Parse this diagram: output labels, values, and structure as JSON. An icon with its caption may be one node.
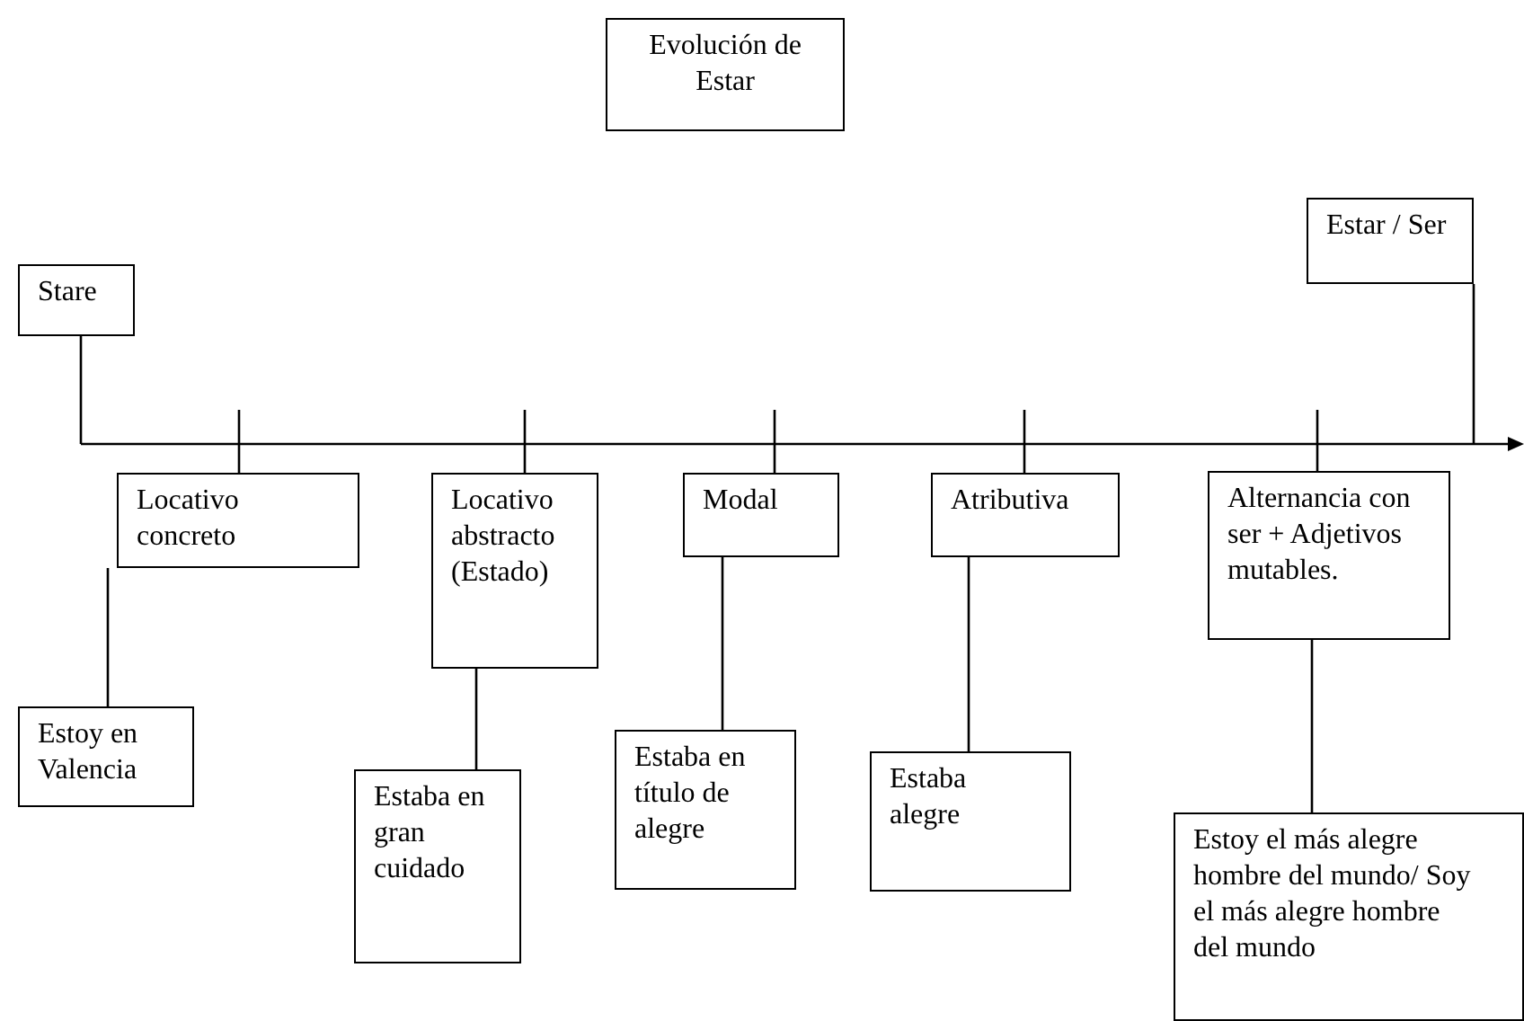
{
  "diagram": {
    "nodes": [
      {
        "text": [
          "Evolución de Estar"
        ]
      },
      {
        "text": [
          "Stare"
        ]
      },
      {
        "text": [
          "Estar / Ser"
        ]
      },
      {
        "text": [],
        "shape": "bar"
      },
      {
        "text": [
          "Locativo concreto"
        ]
      },
      {
        "text": [
          "Locativo abstracto (Estado)"
        ]
      },
      {
        "text": [
          "Modal"
        ]
      },
      {
        "text": [
          "Atributiva"
        ]
      },
      {
        "text": [
          "Alternancia con ser + Adjetivos mutables."
        ]
      },
      {
        "text": [
          "Estoy en Valencia"
        ]
      },
      {
        "text": [
          "Estaba en gran cuidado"
        ]
      },
      {
        "text": [
          "Estaba en título de alegre"
        ]
      },
      {
        "text": [
          "Estaba alegre"
        ]
      },
      {
        "text": [
          "Estoy el más alegre hombre del mundo/ Soy el más alegre hombre del mundo"
        ]
      }
    ],
    "edges": [
      {
        "from": 1,
        "to": 3,
        "arrow": "none"
      },
      {
        "from": 2,
        "to": 3,
        "arrow": "none"
      },
      {
        "from": 3,
        "to": 4,
        "arrow": "none"
      },
      {
        "from": 3,
        "to": 5,
        "arrow": "none"
      },
      {
        "from": 3,
        "to": 6,
        "arrow": "none"
      },
      {
        "from": 3,
        "to": 7,
        "arrow": "none"
      },
      {
        "from": 3,
        "to": 8,
        "arrow": "none"
      },
      {
        "from": 4,
        "to": 9,
        "arrow": "none"
      },
      {
        "from": 5,
        "to": 10,
        "arrow": "none"
      },
      {
        "from": 6,
        "to": 11,
        "arrow": "none"
      },
      {
        "from": 7,
        "to": 12,
        "arrow": "none"
      },
      {
        "from": 8,
        "to": 13,
        "arrow": "none"
      }
    ]
  }
}
